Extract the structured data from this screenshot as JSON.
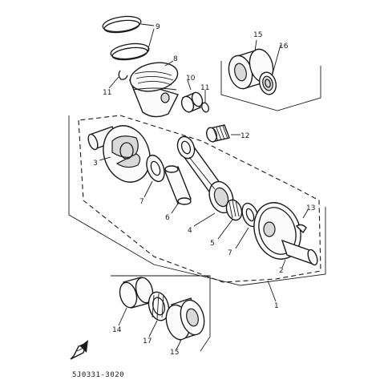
{
  "callouts": {
    "c1": "1",
    "c2": "2",
    "c3": "3",
    "c4": "4",
    "c5": "5",
    "c6": "6",
    "c7a": "7",
    "c7b": "7",
    "c8": "8",
    "c9": "9",
    "c10": "10",
    "c11a": "11",
    "c11b": "11",
    "c12": "12",
    "c13": "13",
    "c14": "14",
    "c15a": "15",
    "c15b": "15",
    "c16": "16",
    "c17": "17"
  },
  "diagram_code": "5J0331-3020",
  "icons": {
    "direction_marker": "front-arrow-icon"
  }
}
